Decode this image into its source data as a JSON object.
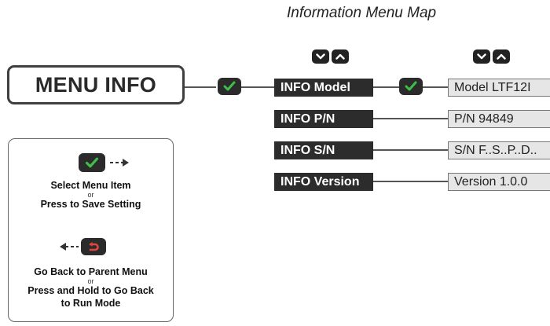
{
  "title": "Information Menu Map",
  "root_label": "MENU INFO",
  "menu_items": [
    {
      "label": "INFO Model",
      "value": "Model LTF12I"
    },
    {
      "label": "INFO P/N",
      "value": "P/N 94849"
    },
    {
      "label": "INFO S/N",
      "value": "S/N F..S..P..D.."
    },
    {
      "label": "INFO Version",
      "value": "Version 1.0.0"
    }
  ],
  "legend": {
    "select_line": "Select Menu Item",
    "select_or": "or",
    "save_line": "Press to Save Setting",
    "back_line": "Go Back to Parent Menu",
    "back_or": "or",
    "hold_line_1": "Press and Hold to Go Back",
    "hold_line_2": "to Run Mode"
  },
  "icons": {
    "check": "checkmark-icon",
    "down": "chevron-down-icon",
    "up": "chevron-up-icon",
    "back": "back-arrow-icon",
    "arrow_right": "dashed-arrow-right-icon",
    "arrow_left": "dashed-arrow-left-icon"
  },
  "colors": {
    "check_green": "#3fbf4a",
    "back_red": "#e0453f",
    "item_bg": "#2c2c2c",
    "value_bg": "#e6e6e6"
  }
}
